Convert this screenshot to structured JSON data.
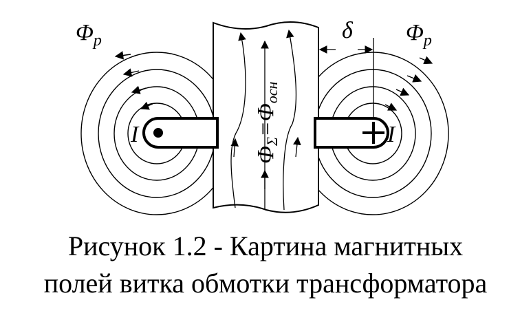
{
  "labels": {
    "flux_leakage_left": "Φ",
    "flux_leakage_left_sub": "p",
    "flux_leakage_right": "Φ",
    "flux_leakage_right_sub": "p",
    "gap": "δ",
    "current_left": "I",
    "current_right": "I",
    "core_flux": "Φ",
    "core_flux_sub1": "Σ",
    "core_flux_eq": "=Φ",
    "core_flux_sub2": "осн"
  },
  "caption": {
    "line1": "Рисунок 1.2 - Картина магнитных",
    "line2": "полей витка обмотки трансформатора"
  }
}
